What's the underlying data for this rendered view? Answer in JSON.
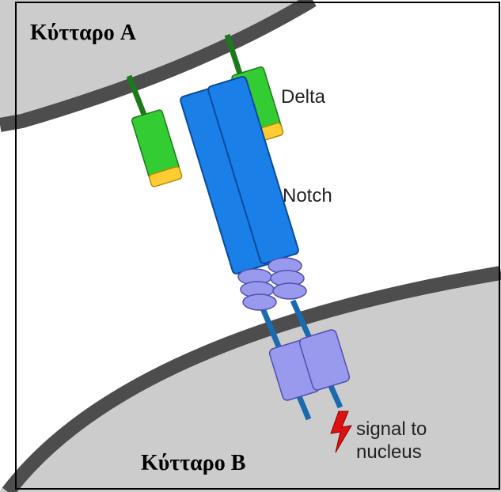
{
  "labels": {
    "cell_a": "Κύτταρο A",
    "cell_b": "Κύτταρο B",
    "delta": "Delta",
    "notch": "Notch",
    "signal_line1": "signal to",
    "signal_line2": "nucleus"
  },
  "colors": {
    "cell_fill": "#cccccc",
    "membrane": "#4d4d4d",
    "delta_body": "#33cc33",
    "delta_cap": "#ffcc33",
    "delta_stalk": "#1c7a1c",
    "notch_body": "#1a7fe6",
    "notch_outline": "#0a4a9e",
    "notch_repeats": "#9999ee",
    "notch_repeats_outline": "#5050b0",
    "notch_stalk": "#1a6ab0",
    "signal_bolt": "#dd1111",
    "frame": "#000000"
  }
}
